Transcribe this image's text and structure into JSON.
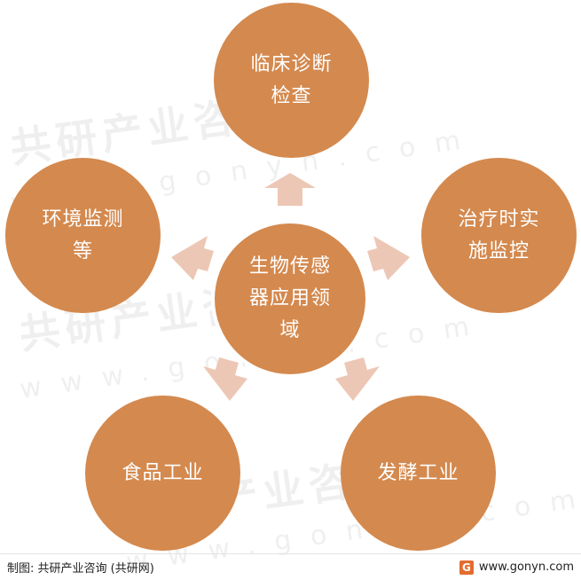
{
  "diagram": {
    "center": {
      "label": "生物传感\n器应用领\n域"
    },
    "nodes": [
      {
        "id": "top",
        "label": "临床诊断\n检查"
      },
      {
        "id": "right",
        "label": "治疗时实\n施监控"
      },
      {
        "id": "bottom-right",
        "label": "发酵工业"
      },
      {
        "id": "bottom-left",
        "label": "食品工业"
      },
      {
        "id": "left",
        "label": "环境监测\n等"
      }
    ]
  },
  "watermark": {
    "brand_cn": "共研产业咨询",
    "site": "www.gonyn.com"
  },
  "footer": {
    "source": "制图: 共研产业咨询 (共研网)",
    "logo_glyph": "G",
    "website": "www.gonyn.com"
  },
  "colors": {
    "circle_fill": "#d4894e",
    "arrow_fill": "#edc7b5",
    "text": "#ffffff"
  }
}
